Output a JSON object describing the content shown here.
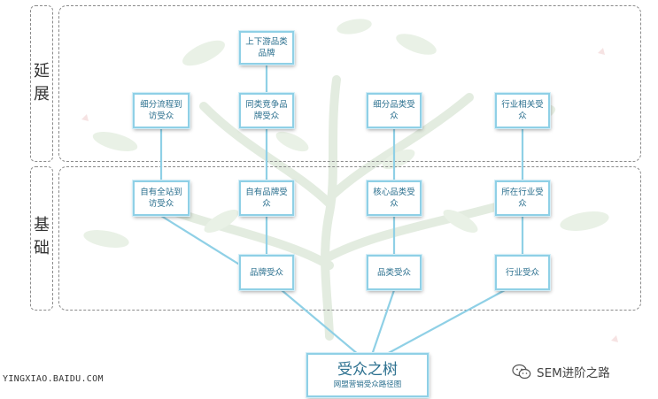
{
  "sections": {
    "extension": "延展",
    "foundation": "基础"
  },
  "nodes": {
    "upstream_downstream": "上下游品类品牌",
    "subdivided_flow": "细分流程到访受众",
    "competing_brand": "同类竞争品牌受众",
    "subdivided_category": "细分品类受众",
    "industry_related": "行业相关受众",
    "own_site": "自有全站到访受众",
    "own_brand": "自有品牌受众",
    "core_category": "核心品类受众",
    "own_industry": "所在行业受众",
    "brand_audience": "品牌受众",
    "category_audience": "品类受众",
    "industry_audience": "行业受众"
  },
  "root": {
    "title": "受众之树",
    "subtitle": "网盟营销受众路径图"
  },
  "watermarks": {
    "left": "YINGXIAO.BAIDU.COM",
    "right": "SEM进阶之路",
    "right_icon": "wechat-icon"
  },
  "colors": {
    "node_border": "#8fd0e6",
    "node_text": "#2a6f8e",
    "connector": "#8fd0e6",
    "dashed_border": "#8a8a8a"
  }
}
